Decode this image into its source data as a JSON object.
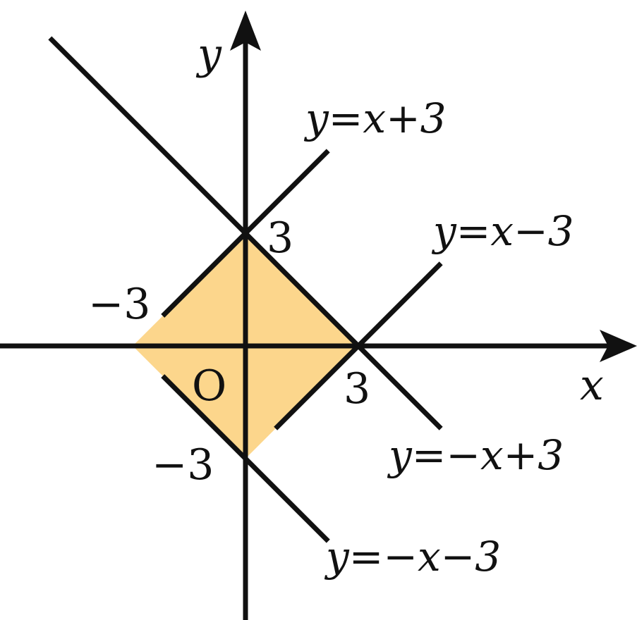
{
  "colors": {
    "region_fill": "#FCD68C",
    "ink": "#111111"
  },
  "axes": {
    "x_label": "x",
    "y_label": "y",
    "origin_label": "O"
  },
  "ticks": {
    "x_pos": "3",
    "x_neg": "−3",
    "y_pos": "3",
    "y_neg": "−3"
  },
  "lines": [
    {
      "label": "y=x+3",
      "slope": 1,
      "intercept": 3
    },
    {
      "label": "y=x−3",
      "slope": 1,
      "intercept": -3
    },
    {
      "label": "y=−x+3",
      "slope": -1,
      "intercept": 3
    },
    {
      "label": "y=−x−3",
      "slope": -1,
      "intercept": -3
    }
  ],
  "region": {
    "vertices": [
      [
        0,
        3
      ],
      [
        3,
        0
      ],
      [
        0,
        -3
      ],
      [
        -3,
        0
      ]
    ]
  }
}
